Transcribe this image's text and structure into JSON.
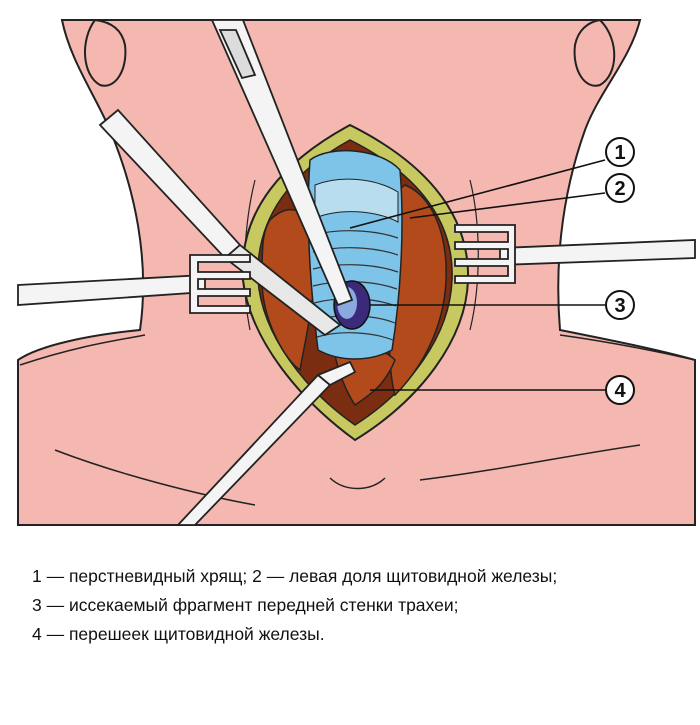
{
  "callouts": [
    {
      "number": "1",
      "label": "перстневидный хрящ"
    },
    {
      "number": "2",
      "label": "левая доля щитовидной железы"
    },
    {
      "number": "3",
      "label": "иссекаемый фрагмент передней стенки трахеи"
    },
    {
      "number": "4",
      "label": "перешеек щитовидной железы"
    }
  ],
  "legend": {
    "line1": "1 — перстневидный хрящ; 2 — левая доля щитовидной железы;",
    "line2": "3 — иссекаемый фрагмент передней стенки трахеи;",
    "line3": "4 — перешеек щитовидной железы."
  },
  "colors": {
    "skin": "#f5b8b0",
    "trachea": "#7ec3e8",
    "thyroid": "#b24a1c",
    "wound_rim": "#c8c860",
    "instrument": "#f4f4f4"
  }
}
